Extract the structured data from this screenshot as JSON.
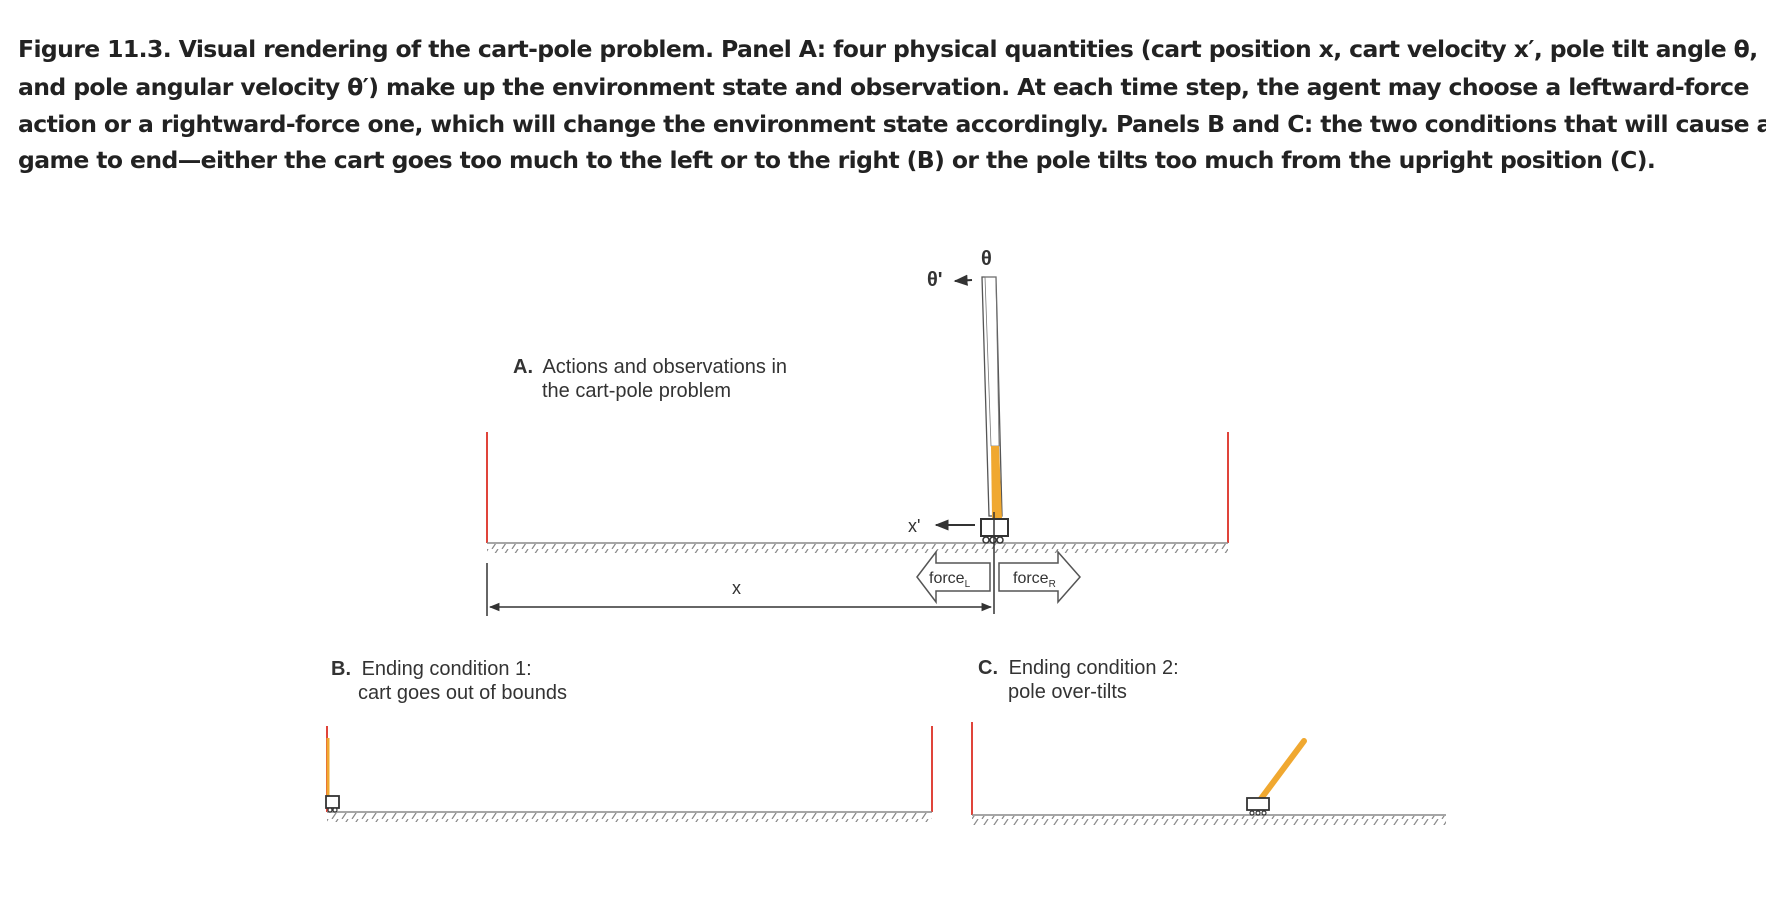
{
  "caption": {
    "lines": [
      "Figure 11.3. Visual rendering of the cart-pole problem. Panel A: four physical quantities (cart position x, cart velocity x′, pole tilt angle θ,",
      "and pole angular velocity θ′) make up the environment state and observation. At each time step, the agent may choose a leftward-force",
      "action or a rightward-force one, which will change the environment state accordingly. Panels B and C: the two conditions that will cause a",
      "game to end—either the cart goes too much to the left or to the right (B) or the pole tilts too much from the upright position (C)."
    ]
  },
  "panel_a": {
    "letter": "A.",
    "title_line1": "Actions and observations in",
    "title_line2": "the cart-pole problem",
    "theta_label": "θ",
    "theta_prime_label": "θ'",
    "x_prime_label": "x'",
    "x_label": "x",
    "force_left_main": "force",
    "force_left_sub": "L",
    "force_right_main": "force",
    "force_right_sub": "R"
  },
  "panel_b": {
    "letter": "B.",
    "title_line1": "Ending condition 1:",
    "title_line2": "cart goes out of bounds"
  },
  "panel_c": {
    "letter": "C.",
    "title_line1": "Ending condition 2:",
    "title_line2": "pole over-tilts"
  },
  "colors": {
    "boundary": "#e0443a",
    "pole": "#f0a830",
    "ink": "#333333",
    "caption": "#222222"
  }
}
